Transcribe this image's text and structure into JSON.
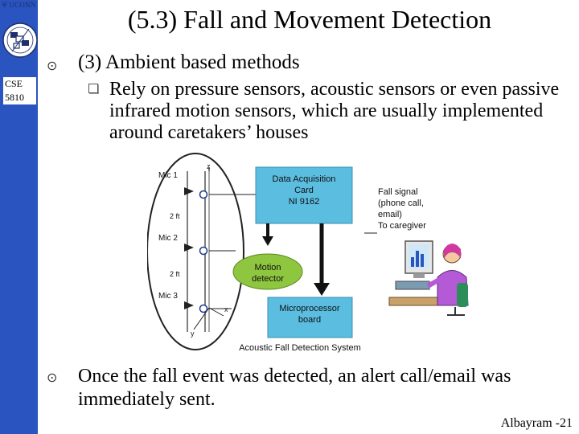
{
  "sidebar": {
    "brand": "UCONN",
    "course_line1": "CSE",
    "course_line2": "5810"
  },
  "slide": {
    "title": "(5.3) Fall and Movement Detection",
    "bullet1": "(3) Ambient based methods",
    "sub_bullet1": "Rely on pressure sensors, acoustic sensors or even passive infrared motion sensors, which are usually implemented around caretakers’ houses",
    "bullet2": "Once the fall event was detected, an alert call/email was immediately sent.",
    "footer": "Albayram -21"
  },
  "diagram": {
    "mic1": "Mic 1",
    "mic2": "Mic 2",
    "mic3": "Mic 3",
    "spacing1": "2 ft",
    "spacing2": "2 ft",
    "axis_z": "z",
    "axis_x": "x",
    "axis_y": "y",
    "daq_line1": "Data Acquisition",
    "daq_line2": "Card",
    "daq_line3": "NI 9162",
    "motion_line1": "Motion",
    "motion_line2": "detector",
    "micro_line1": "Microprocessor",
    "micro_line2": "board",
    "fall_line1": "Fall signal",
    "fall_line2": "(phone call,",
    "fall_line3": "email)",
    "fall_line4": "To caregiver",
    "caption": "Acoustic Fall Detection System"
  },
  "colors": {
    "sidebar": "#2a54bf",
    "daq_box": "#5bbde0",
    "motion_detector": "#8ec63f",
    "micro_box": "#5bbde0"
  }
}
